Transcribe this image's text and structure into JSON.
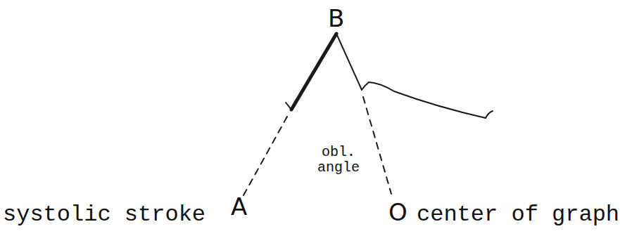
{
  "diagram": {
    "labels": [
      "B",
      "systolic stroke",
      "A",
      "obl. angle",
      "O",
      "center of graph"
    ]
  }
}
